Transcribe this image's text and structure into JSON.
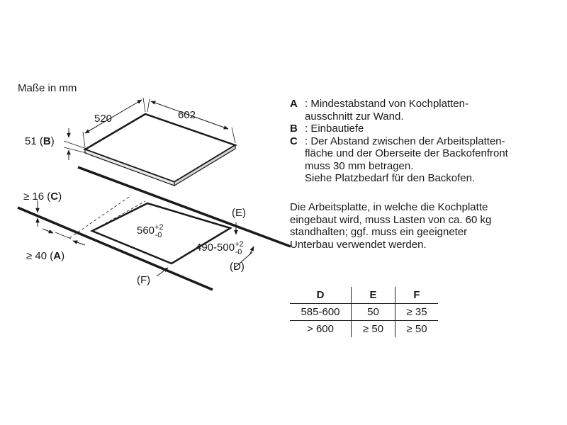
{
  "diagram": {
    "units_title": "Maße in mm",
    "hob_width": "520",
    "hob_depth": "602",
    "depth_label": "51 (",
    "depth_key": "B",
    "depth_close": ")",
    "gap_c_label": "≥ 16 (",
    "gap_c_key": "C",
    "gap_c_close": ")",
    "gap_a_label": "≥ 40 (",
    "gap_a_key": "A",
    "gap_a_close": ")",
    "cutout_width": "560",
    "cutout_width_tol": [
      "+2",
      "-0"
    ],
    "cutout_depth": "490-500",
    "cutout_depth_tol": [
      "+2",
      "-0"
    ],
    "label_e": "(E)",
    "label_d": "(D)",
    "label_f": "(F)"
  },
  "legend": {
    "items": [
      {
        "key": "A",
        "text": ": Mindestabstand von Kochplatten-\nausschnitt zur Wand."
      },
      {
        "key": "B",
        "text": ": Einbautiefe"
      },
      {
        "key": "C",
        "text": ": Der Abstand zwischen der Arbeitsplatten-\nfläche und der Oberseite der Backofenfront\nmuss 30 mm betragen.\nSiehe Platzbedarf für den Backofen."
      }
    ],
    "note": "Die Arbeitsplatte, in welche die Kochplatte\neingebaut wird, muss Lasten von ca. 60 kg\nstandhalten; ggf. muss ein geeigneter\nUnterbau verwendet werden."
  },
  "table": {
    "headers": [
      "D",
      "E",
      "F"
    ],
    "rows": [
      [
        "585-600",
        "50",
        "≥ 35"
      ],
      [
        "> 600",
        "≥ 50",
        "≥ 50"
      ]
    ]
  }
}
